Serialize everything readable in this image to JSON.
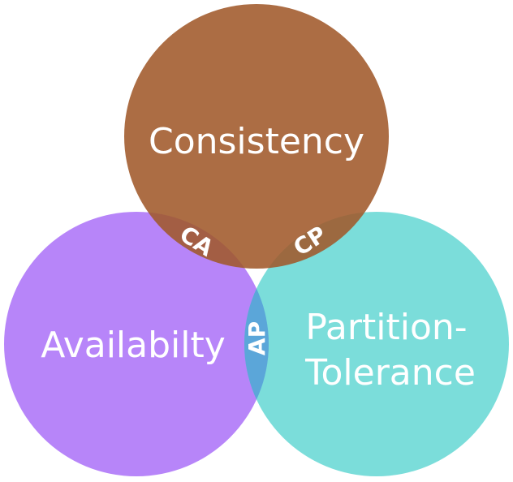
{
  "sets": {
    "consistency": {
      "label": "Consistency",
      "color": "#A0592A"
    },
    "availability": {
      "label": "Availabilty",
      "color": "#A566F7"
    },
    "partition_tolerance": {
      "label_line1": "Partition-",
      "label_line2": "Tolerance",
      "color": "#4FD1CE"
    }
  },
  "overlaps": {
    "ca": "CA",
    "cp": "CP",
    "ap": "AP",
    "ap_color": "#5BA6D9"
  }
}
